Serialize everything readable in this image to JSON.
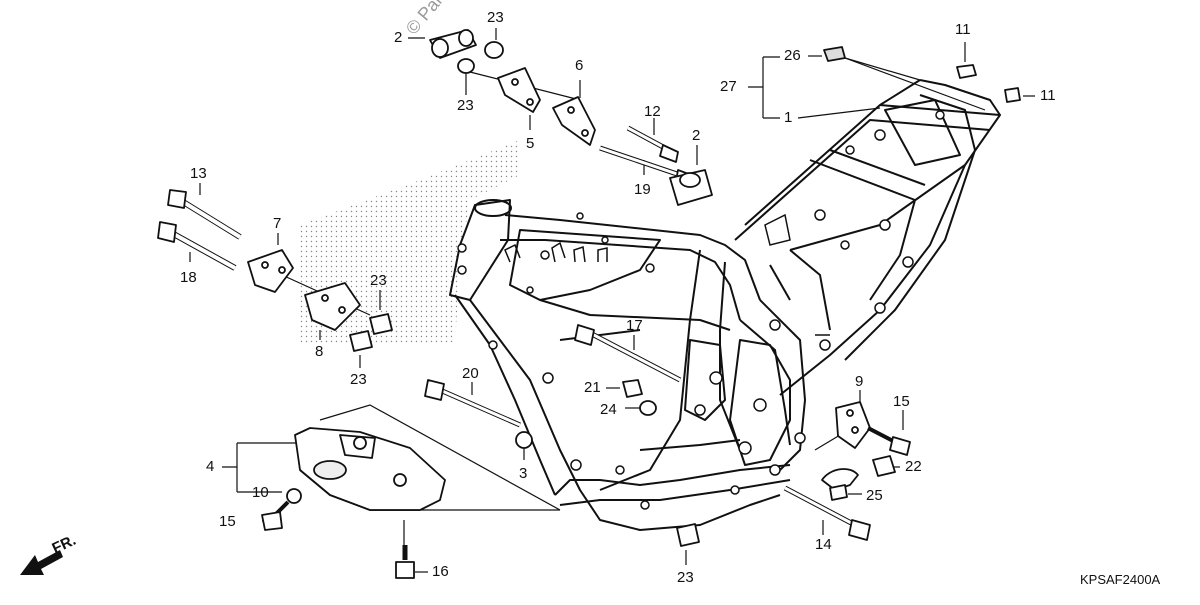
{
  "diagram": {
    "code": "KPSAF2400A",
    "watermark": "© Partz",
    "direction": "FR.",
    "callouts": [
      {
        "id": "c27",
        "text": "27"
      },
      {
        "id": "c26",
        "text": "26"
      },
      {
        "id": "c1",
        "text": "1"
      },
      {
        "id": "c11a",
        "text": "11"
      },
      {
        "id": "c11b",
        "text": "11"
      },
      {
        "id": "c2a",
        "text": "2"
      },
      {
        "id": "c23a",
        "text": "23"
      },
      {
        "id": "c23b",
        "text": "23"
      },
      {
        "id": "c6",
        "text": "6"
      },
      {
        "id": "c5",
        "text": "5"
      },
      {
        "id": "c12",
        "text": "12"
      },
      {
        "id": "c2b",
        "text": "2"
      },
      {
        "id": "c19",
        "text": "19"
      },
      {
        "id": "c13",
        "text": "13"
      },
      {
        "id": "c18",
        "text": "18"
      },
      {
        "id": "c7",
        "text": "7"
      },
      {
        "id": "c23c",
        "text": "23"
      },
      {
        "id": "c8",
        "text": "8"
      },
      {
        "id": "c23d",
        "text": "23"
      },
      {
        "id": "c17",
        "text": "17"
      },
      {
        "id": "c20",
        "text": "20"
      },
      {
        "id": "c21",
        "text": "21"
      },
      {
        "id": "c24",
        "text": "24"
      },
      {
        "id": "c9",
        "text": "9"
      },
      {
        "id": "c15a",
        "text": "15"
      },
      {
        "id": "c22",
        "text": "22"
      },
      {
        "id": "c25",
        "text": "25"
      },
      {
        "id": "c3",
        "text": "3"
      },
      {
        "id": "c4",
        "text": "4"
      },
      {
        "id": "c10",
        "text": "10"
      },
      {
        "id": "c15b",
        "text": "15"
      },
      {
        "id": "c16",
        "text": "16"
      },
      {
        "id": "c14",
        "text": "14"
      },
      {
        "id": "c23e",
        "text": "23"
      }
    ]
  }
}
